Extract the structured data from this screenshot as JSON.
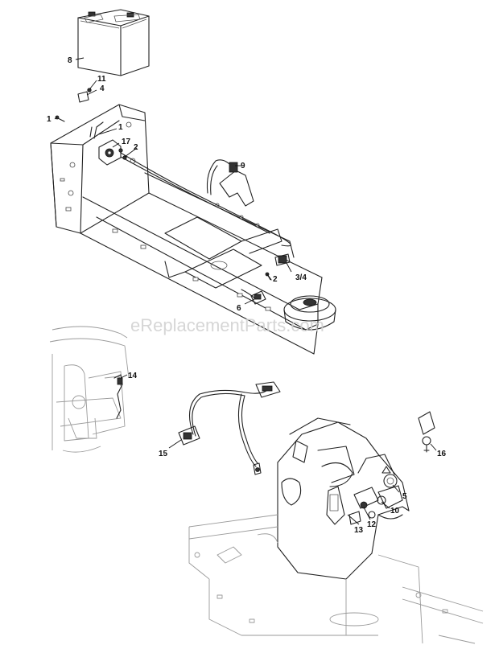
{
  "watermark": "eReplacementParts.com",
  "callouts": {
    "c8": "8",
    "c11": "11",
    "c4": "4",
    "c1a": "1",
    "c1b": "1",
    "c17": "17",
    "c2a": "2",
    "c9": "9",
    "c2b": "2",
    "c34": "3/4",
    "c6": "6",
    "c14": "14",
    "c15": "15",
    "c16": "16",
    "c5": "5",
    "c10": "10",
    "c12": "12",
    "c13": "13"
  }
}
